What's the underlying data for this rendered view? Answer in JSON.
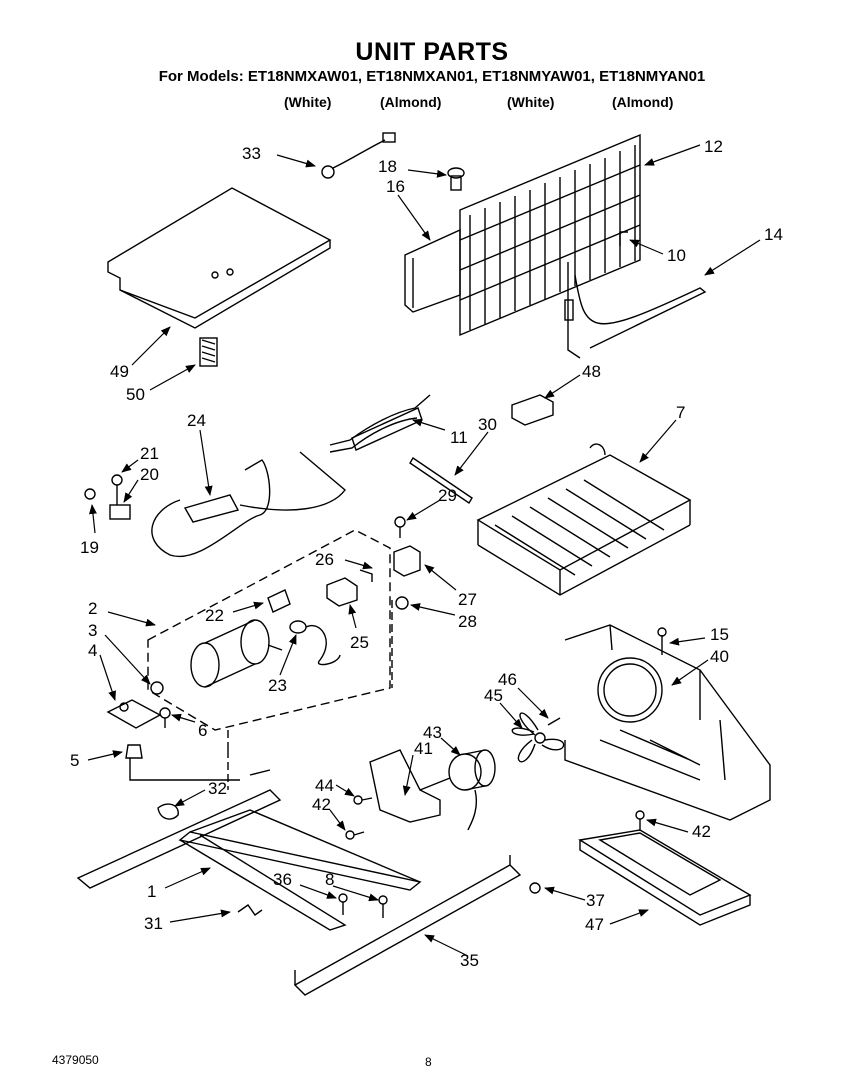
{
  "header": {
    "title": "UNIT PARTS",
    "models": "For Models: ET18NMXAW01, ET18NMXAN01, ET18NMYAW01, ET18NMYAN01",
    "colors": [
      "(White)",
      "(Almond)",
      "(White)",
      "(Almond)"
    ]
  },
  "footer": {
    "doc_number": "4379050",
    "page_number": "8"
  },
  "callouts": [
    {
      "id": "c33",
      "label": "33"
    },
    {
      "id": "c18",
      "label": "18"
    },
    {
      "id": "c16",
      "label": "16"
    },
    {
      "id": "c12",
      "label": "12"
    },
    {
      "id": "c14",
      "label": "14"
    },
    {
      "id": "c10",
      "label": "10"
    },
    {
      "id": "c49",
      "label": "49"
    },
    {
      "id": "c50",
      "label": "50"
    },
    {
      "id": "c48",
      "label": "48"
    },
    {
      "id": "c24",
      "label": "24"
    },
    {
      "id": "c11",
      "label": "11"
    },
    {
      "id": "c30",
      "label": "30"
    },
    {
      "id": "c7",
      "label": "7"
    },
    {
      "id": "c21",
      "label": "21"
    },
    {
      "id": "c20",
      "label": "20"
    },
    {
      "id": "c19",
      "label": "19"
    },
    {
      "id": "c29",
      "label": "29"
    },
    {
      "id": "c26",
      "label": "26"
    },
    {
      "id": "c27",
      "label": "27"
    },
    {
      "id": "c28",
      "label": "28"
    },
    {
      "id": "c2",
      "label": "2"
    },
    {
      "id": "c22",
      "label": "22"
    },
    {
      "id": "c3",
      "label": "3"
    },
    {
      "id": "c25",
      "label": "25"
    },
    {
      "id": "c15",
      "label": "15"
    },
    {
      "id": "c40",
      "label": "40"
    },
    {
      "id": "c4",
      "label": "4"
    },
    {
      "id": "c23",
      "label": "23"
    },
    {
      "id": "c46",
      "label": "46"
    },
    {
      "id": "c45",
      "label": "45"
    },
    {
      "id": "c43",
      "label": "43"
    },
    {
      "id": "c41",
      "label": "41"
    },
    {
      "id": "c6",
      "label": "6"
    },
    {
      "id": "c5",
      "label": "5"
    },
    {
      "id": "c32",
      "label": "32"
    },
    {
      "id": "c44",
      "label": "44"
    },
    {
      "id": "c42a",
      "label": "42"
    },
    {
      "id": "c42b",
      "label": "42"
    },
    {
      "id": "c1",
      "label": "1"
    },
    {
      "id": "c36",
      "label": "36"
    },
    {
      "id": "c8",
      "label": "8"
    },
    {
      "id": "c37",
      "label": "37"
    },
    {
      "id": "c31",
      "label": "31"
    },
    {
      "id": "c47",
      "label": "47"
    },
    {
      "id": "c35",
      "label": "35"
    }
  ]
}
